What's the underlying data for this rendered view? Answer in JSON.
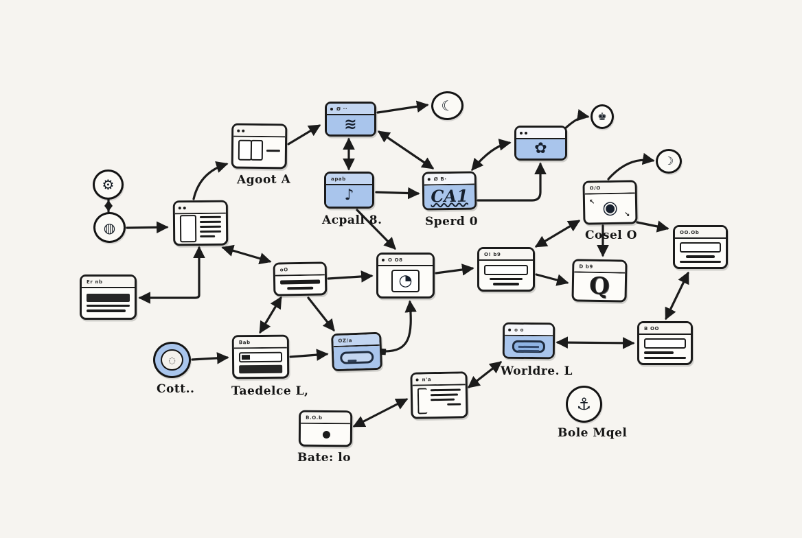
{
  "canvas": {
    "background": "#f6f4f0",
    "ink": "#1b1b1b",
    "node_blue_fill": "#a9c5ec",
    "node_blue_title": "#c3d6f1",
    "paper_white": "#fdfcf9"
  },
  "nodes": {
    "scribble_circle": {
      "icon_glyph": "⚙"
    },
    "globe_circle": {
      "icon_glyph": "◍"
    },
    "main_window": {
      "title_text": ""
    },
    "agent_a": {
      "label": "Agoot A",
      "title_text": ""
    },
    "seo_panel": {
      "title_text": "Ø ··",
      "icon_glyph": "≋"
    },
    "moon_circle_1": {
      "icon_glyph": "☾"
    },
    "acpall": {
      "label": "Acpall 8.",
      "title_text": "apab",
      "icon_glyph": "♪"
    },
    "sperd": {
      "label": "Sperd 0",
      "title_text": "Ø B·",
      "icon_text": "CA1"
    },
    "apple_panel": {
      "title_text": "",
      "icon_glyph": "✿"
    },
    "key_circle": {
      "icon_glyph": "♚"
    },
    "cosel": {
      "label": "Cosel O",
      "title_text": "O/O",
      "icon_glyph": "◉",
      "tick_left": "↖",
      "tick_right": "↘"
    },
    "moon_circle_2": {
      "icon_glyph": "☽"
    },
    "list_top_right": {
      "title_text": "OO.Ob"
    },
    "dark_log": {
      "title_text": "Er nb"
    },
    "bars_mid": {
      "title_text": "oO"
    },
    "globe_mid": {
      "title_text": "O O8",
      "icon_glyph": "◔"
    },
    "bars_right": {
      "title_text": "O! b9"
    },
    "search_q": {
      "title_text": "D b9",
      "icon_glyph": "Q"
    },
    "cott_circle": {
      "label": "Cott..",
      "inner_glyph": "◌"
    },
    "taedelce": {
      "label": "Taedelce L,",
      "title_text": "Bab"
    },
    "pill_panel": {
      "title_text": "OZ/a"
    },
    "worldre": {
      "label": "Worldre. L",
      "title_text": "o o"
    },
    "list_bottom_right": {
      "title_text": "B OO"
    },
    "notes_bottom": {
      "title_text": "n'a"
    },
    "bate": {
      "label": "Bate: lo",
      "title_text": "B.O.b"
    },
    "anchor_circle": {
      "label": "Bole Mqel",
      "icon_glyph": "⚓"
    }
  }
}
